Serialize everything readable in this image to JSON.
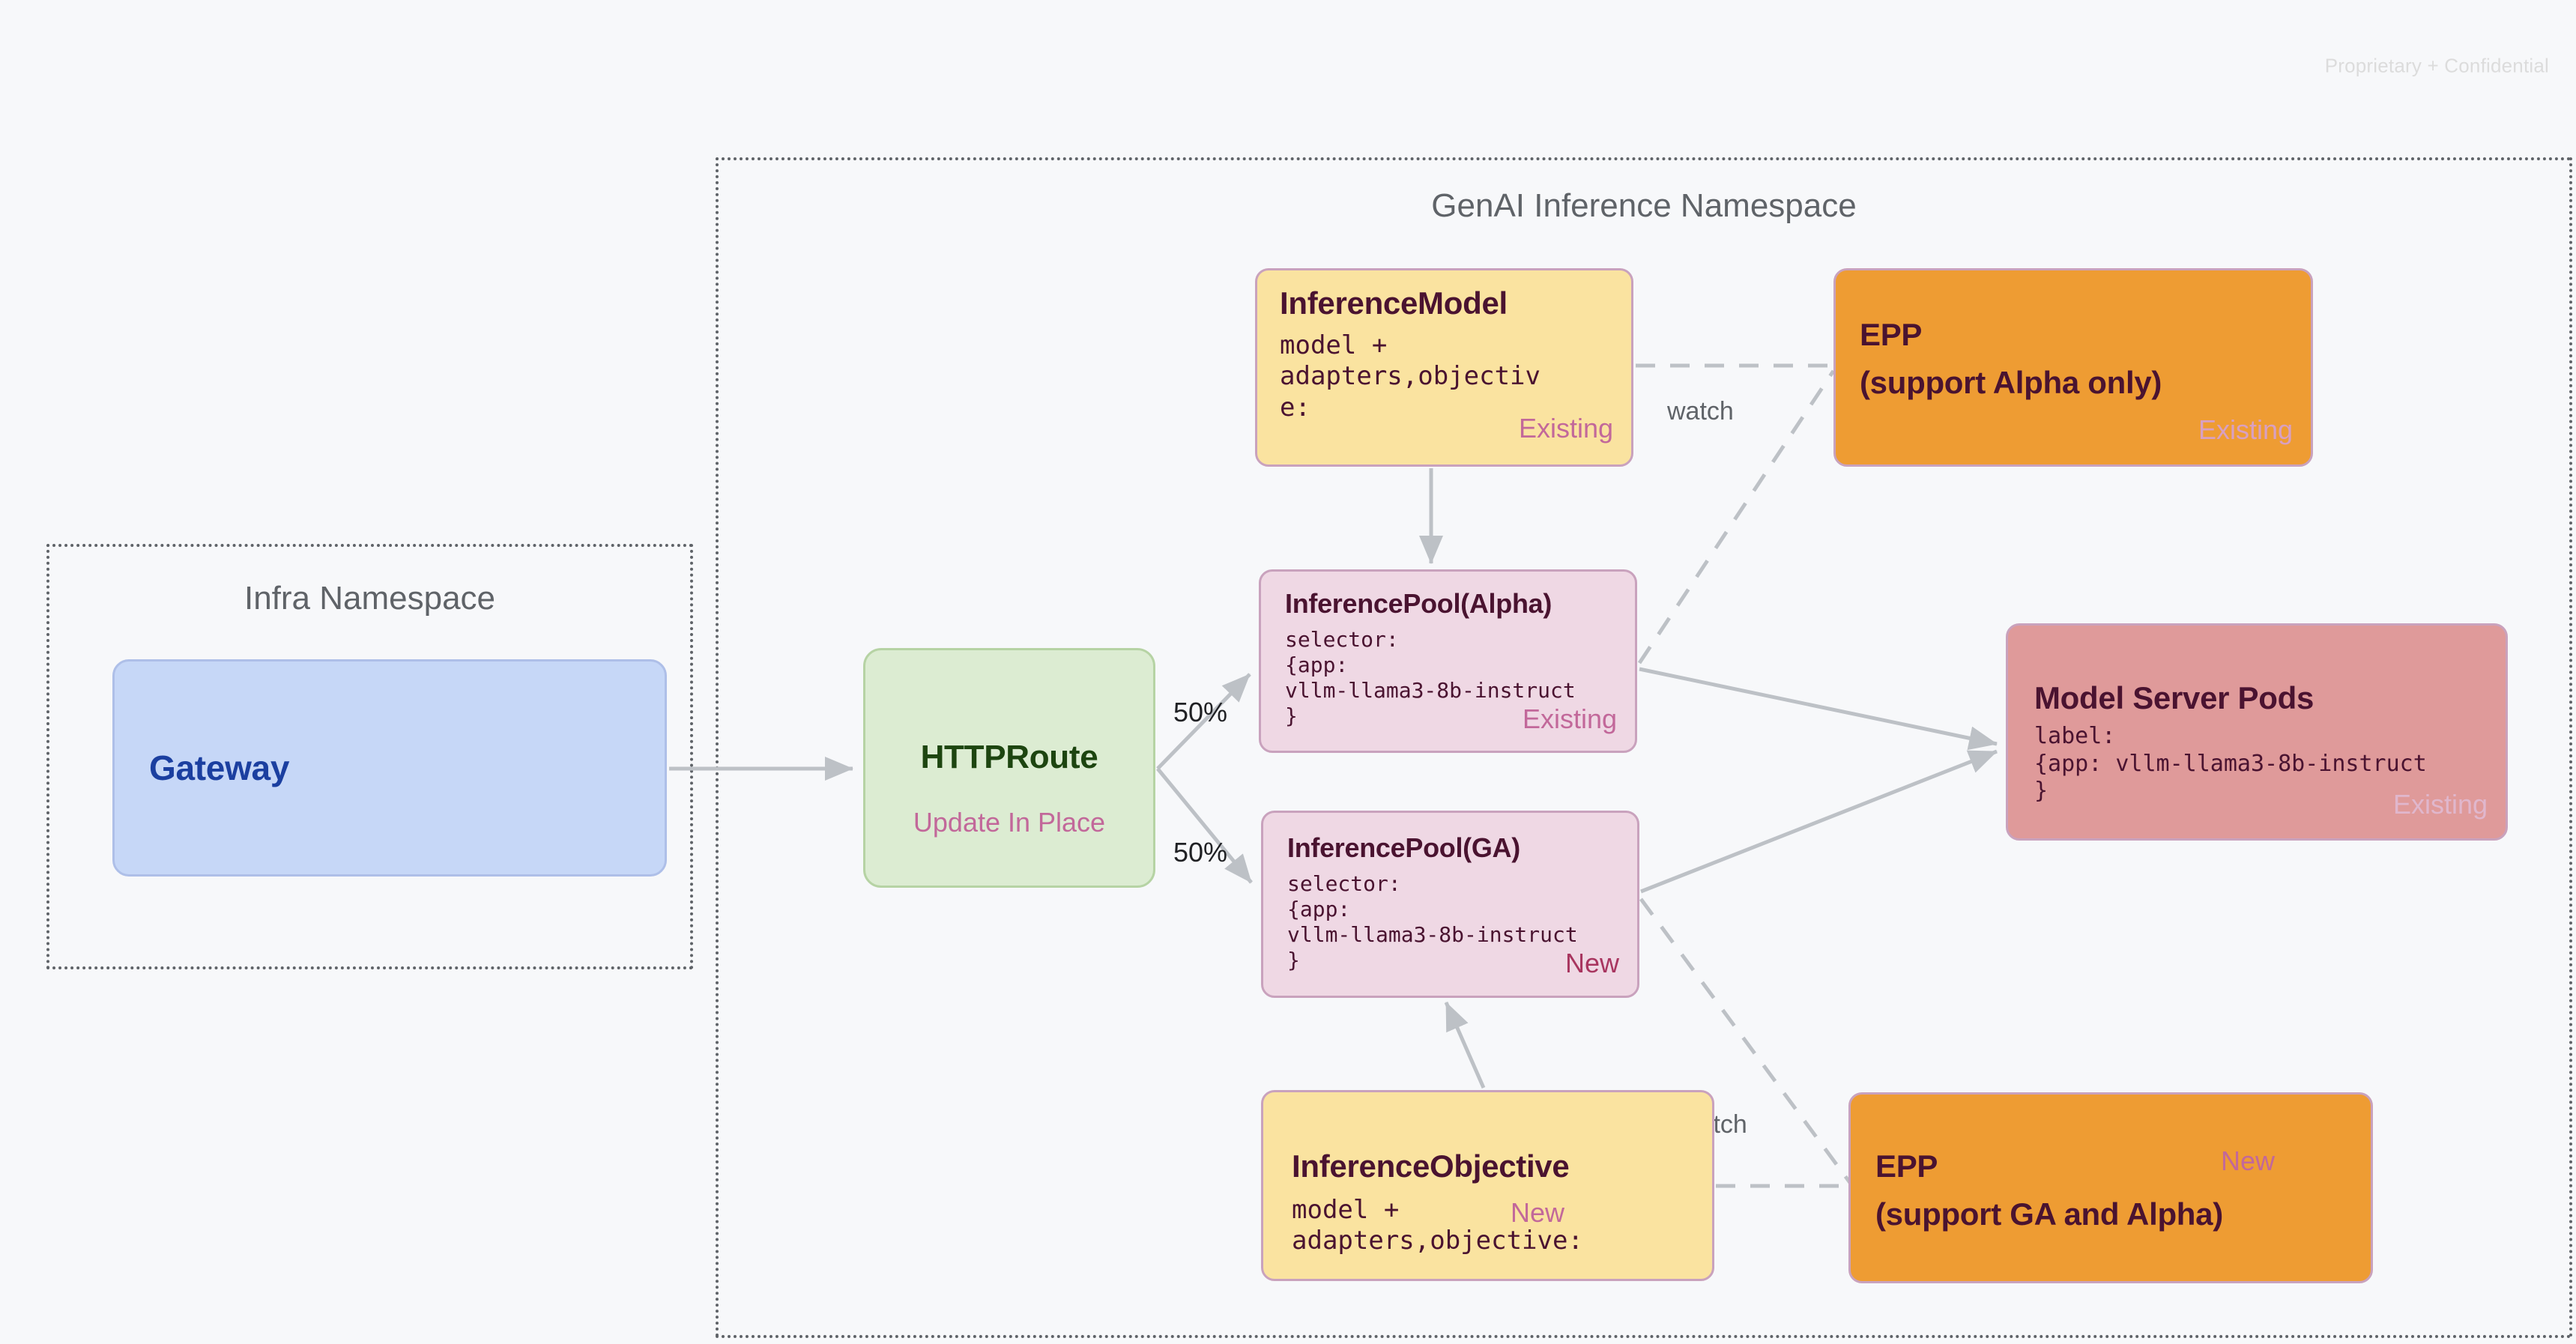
{
  "page": {
    "confidential_notice": "Proprietary + Confidential",
    "background_color": "#f7f8fa"
  },
  "namespaces": [
    {
      "id": "infra",
      "title": "Infra Namespace"
    },
    {
      "id": "genai",
      "title": "GenAI Inference Namespace"
    }
  ],
  "nodes": {
    "gateway": {
      "title": "Gateway",
      "color": "#c6d7f7",
      "text_color": "#1b3fa0"
    },
    "httproute": {
      "title": "HTTPRoute",
      "tag": "Update In Place",
      "color": "#dcecd2",
      "text_color": "#1d4510"
    },
    "inference_model": {
      "title": "InferenceModel",
      "body": "model +\nadapters,objectiv\ne:",
      "tag": "Existing",
      "color": "#fae3a0"
    },
    "epp_alpha": {
      "title_line1": "EPP",
      "title_line2": "(support Alpha only)",
      "tag": "Existing",
      "color": "#ee9c33"
    },
    "pool_alpha": {
      "title": "InferencePool(Alpha)",
      "body": "selector:\n{app:\nvllm-llama3-8b-instruct\n}",
      "tag": "Existing",
      "color": "#efd8e4"
    },
    "pool_ga": {
      "title": "InferencePool(GA)",
      "body": "selector:\n{app:\nvllm-llama3-8b-instruct\n}",
      "tag": "New",
      "color": "#efd8e4"
    },
    "model_server_pods": {
      "title": "Model Server Pods",
      "body": "label:\n{app: vllm-llama3-8b-instruct\n}",
      "tag": "Existing",
      "color": "#df9a9a"
    },
    "inference_objective": {
      "title": "InferenceObjective",
      "body": "model +\nadapters,objective:",
      "tag": "New",
      "color": "#fae3a0"
    },
    "epp_ga": {
      "title_line1": "EPP",
      "title_line2": "(support GA and Alpha)",
      "tag": "New",
      "color": "#ee9c33"
    }
  },
  "edges": [
    {
      "id": "gateway-to-httproute",
      "label": ""
    },
    {
      "id": "httproute-to-pool-alpha",
      "label": "50%"
    },
    {
      "id": "httproute-to-pool-ga",
      "label": "50%"
    },
    {
      "id": "inference-model-to-pool-alpha",
      "label": ""
    },
    {
      "id": "inference-model-to-epp-alpha",
      "label": "watch"
    },
    {
      "id": "pool-alpha-to-epp-alpha",
      "label": ""
    },
    {
      "id": "pool-alpha-to-pods",
      "label": ""
    },
    {
      "id": "pool-ga-to-pods",
      "label": ""
    },
    {
      "id": "pool-ga-to-epp-ga",
      "label": ""
    },
    {
      "id": "inference-objective-to-pool-ga",
      "label": ""
    },
    {
      "id": "inference-objective-to-epp-ga",
      "label": "watch"
    }
  ],
  "edge_labels": {
    "pct_top": "50%",
    "pct_bottom": "50%",
    "watch_top": "watch",
    "watch_bottom": "watch"
  }
}
